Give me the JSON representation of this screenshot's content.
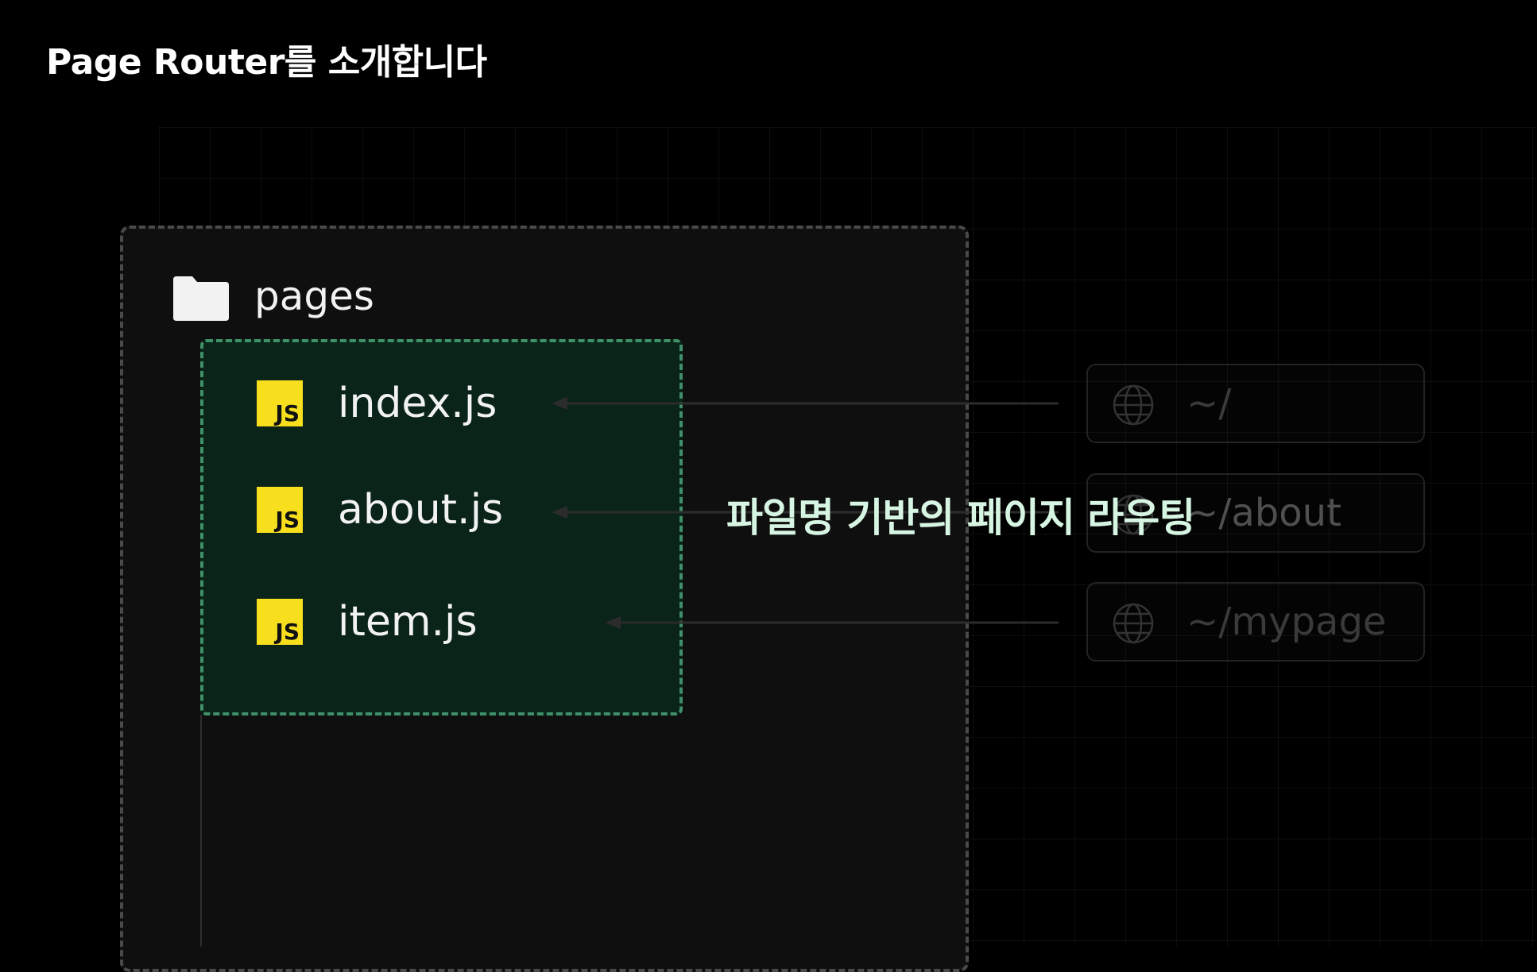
{
  "title": "Page Router를 소개합니다",
  "folder": {
    "name": "pages",
    "icon": "folder-icon"
  },
  "files": [
    {
      "name": "index.js",
      "icon": "js-icon",
      "icon_label": "JS"
    },
    {
      "name": "about.js",
      "icon": "js-icon",
      "icon_label": "JS"
    },
    {
      "name": "item.js",
      "icon": "js-icon",
      "icon_label": "JS"
    }
  ],
  "routes": [
    {
      "path": "~/",
      "icon": "globe-icon"
    },
    {
      "path": "~/about",
      "icon": "globe-icon"
    },
    {
      "path": "~/mypage",
      "icon": "globe-icon"
    }
  ],
  "caption": "파일명 기반의 페이지 라우팅",
  "colors": {
    "background": "#000000",
    "panel": "#0f0f0f",
    "files_box_fill": "#0a2419",
    "files_box_border": "#3f8f68",
    "js_badge": "#f7df1e",
    "caption": "#d7f5e3"
  }
}
